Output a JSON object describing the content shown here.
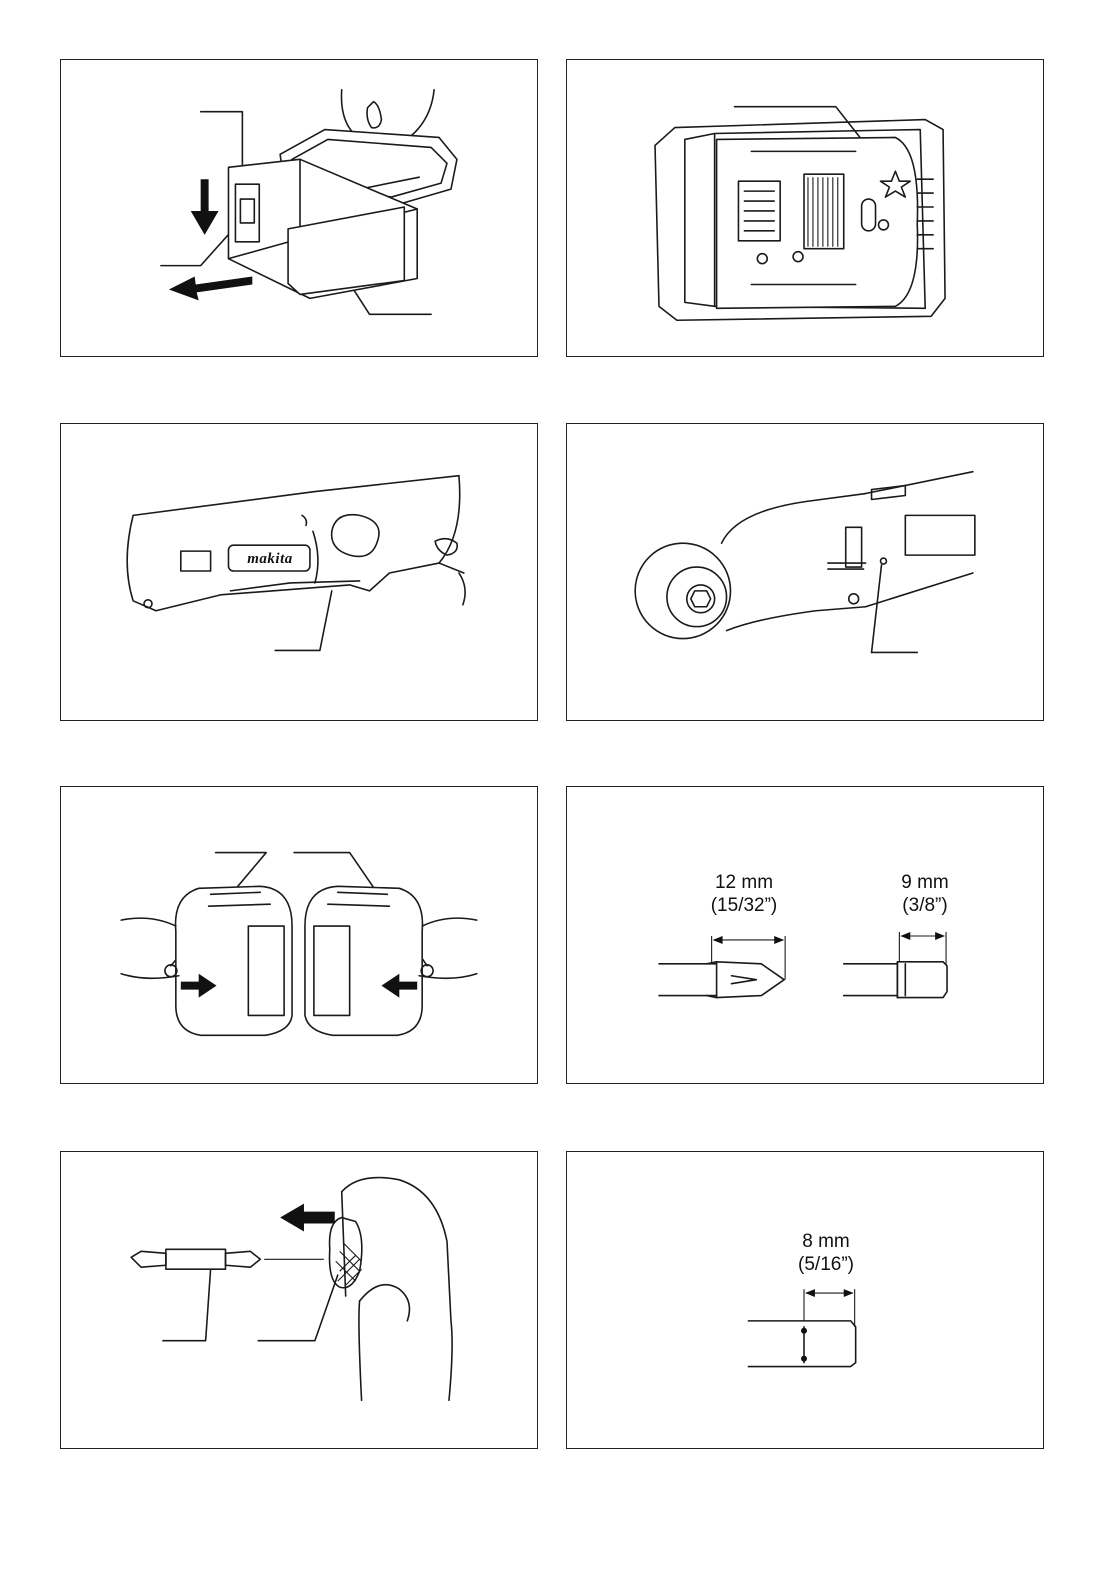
{
  "figures": [
    {
      "id": "fig1",
      "subject": "battery-removal"
    },
    {
      "id": "fig2",
      "subject": "battery-star-marking"
    },
    {
      "id": "fig3",
      "subject": "tool-body-makita",
      "logo_text": "makita"
    },
    {
      "id": "fig4",
      "subject": "angle-head-lamp"
    },
    {
      "id": "fig5",
      "subject": "battery-hold-hands"
    },
    {
      "id": "fig6",
      "subject": "bit-dimensions",
      "dimensions": [
        {
          "metric": "12 mm",
          "imperial": "(15/32”)"
        },
        {
          "metric": "9 mm",
          "imperial": "(3/8”)"
        }
      ]
    },
    {
      "id": "fig7",
      "subject": "bit-insertion"
    },
    {
      "id": "fig8",
      "subject": "bit-shank-dimension",
      "dimensions": [
        {
          "metric": "8 mm",
          "imperial": "(5/16”)"
        }
      ]
    }
  ]
}
